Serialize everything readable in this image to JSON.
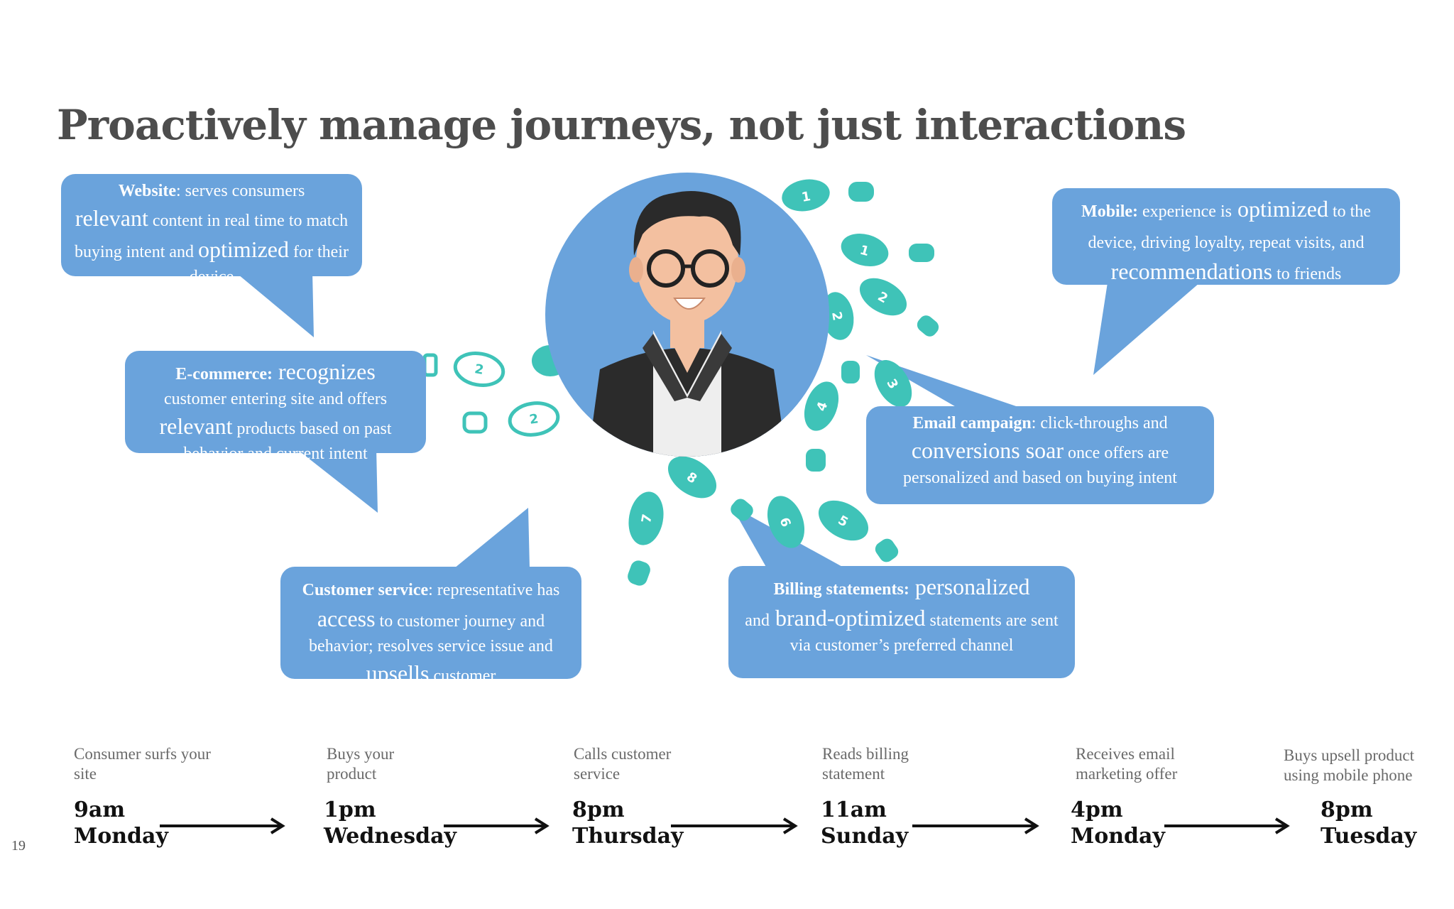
{
  "title": "Proactively manage journeys, not just interactions",
  "page_number": "19",
  "colors": {
    "bubble": "#6aa3dc",
    "footprint": "#3fc3b8",
    "title": "#4d4d4d"
  },
  "bubbles": {
    "website": {
      "lead": "Website",
      "p1": ": serves consumers",
      "big1": "relevant",
      "p2": " content in real time to match buying intent and",
      "big2": "optimized",
      "p3": " for their device"
    },
    "ecommerce": {
      "lead": "E-commerce:",
      "big1": " recognizes",
      "p1": " customer entering site and offers",
      "big2": "relevant",
      "p2": " products based on past behavior and current intent"
    },
    "customer_service": {
      "lead": "Customer service",
      "p1": ": representative has",
      "big1": " access",
      "p2": " to customer journey and behavior; resolves service issue and",
      "big2": "upsells",
      "p3": " customer"
    },
    "billing": {
      "lead": "Billing statements:",
      "big1": " personalized",
      "p1": "and",
      "big2": " brand-optimized",
      "p2": " statements are sent via customer’s preferred channel"
    },
    "email": {
      "lead": "Email campaign",
      "p1": ": click-throughs and",
      "big1": "conversions soar",
      "p2": " once offers are personalized and based on buying intent"
    },
    "mobile": {
      "lead": "Mobile:",
      "p1": " experience is",
      "big1": " optimized",
      "p2": " to the device, driving loyalty, repeat visits, and",
      "big2": " recommendations",
      "p3": " to friends"
    }
  },
  "footprint_numbers": [
    "1",
    "1",
    "2",
    "2",
    "2",
    "2",
    "3",
    "4",
    "5",
    "6",
    "7",
    "8"
  ],
  "timeline": [
    {
      "label": "Consumer surfs your site",
      "time": "9am",
      "day": "Monday"
    },
    {
      "label": "Buys your product",
      "time": "1pm",
      "day": "Wednesday"
    },
    {
      "label": "Calls customer service",
      "time": "8pm",
      "day": "Thursday"
    },
    {
      "label": "Reads billing statement",
      "time": "11am",
      "day": "Sunday"
    },
    {
      "label": "Receives email marketing offer",
      "time": "4pm",
      "day": "Monday"
    },
    {
      "label": "Buys upsell product using mobile phone",
      "time": "8pm",
      "day": "Tuesday"
    }
  ]
}
